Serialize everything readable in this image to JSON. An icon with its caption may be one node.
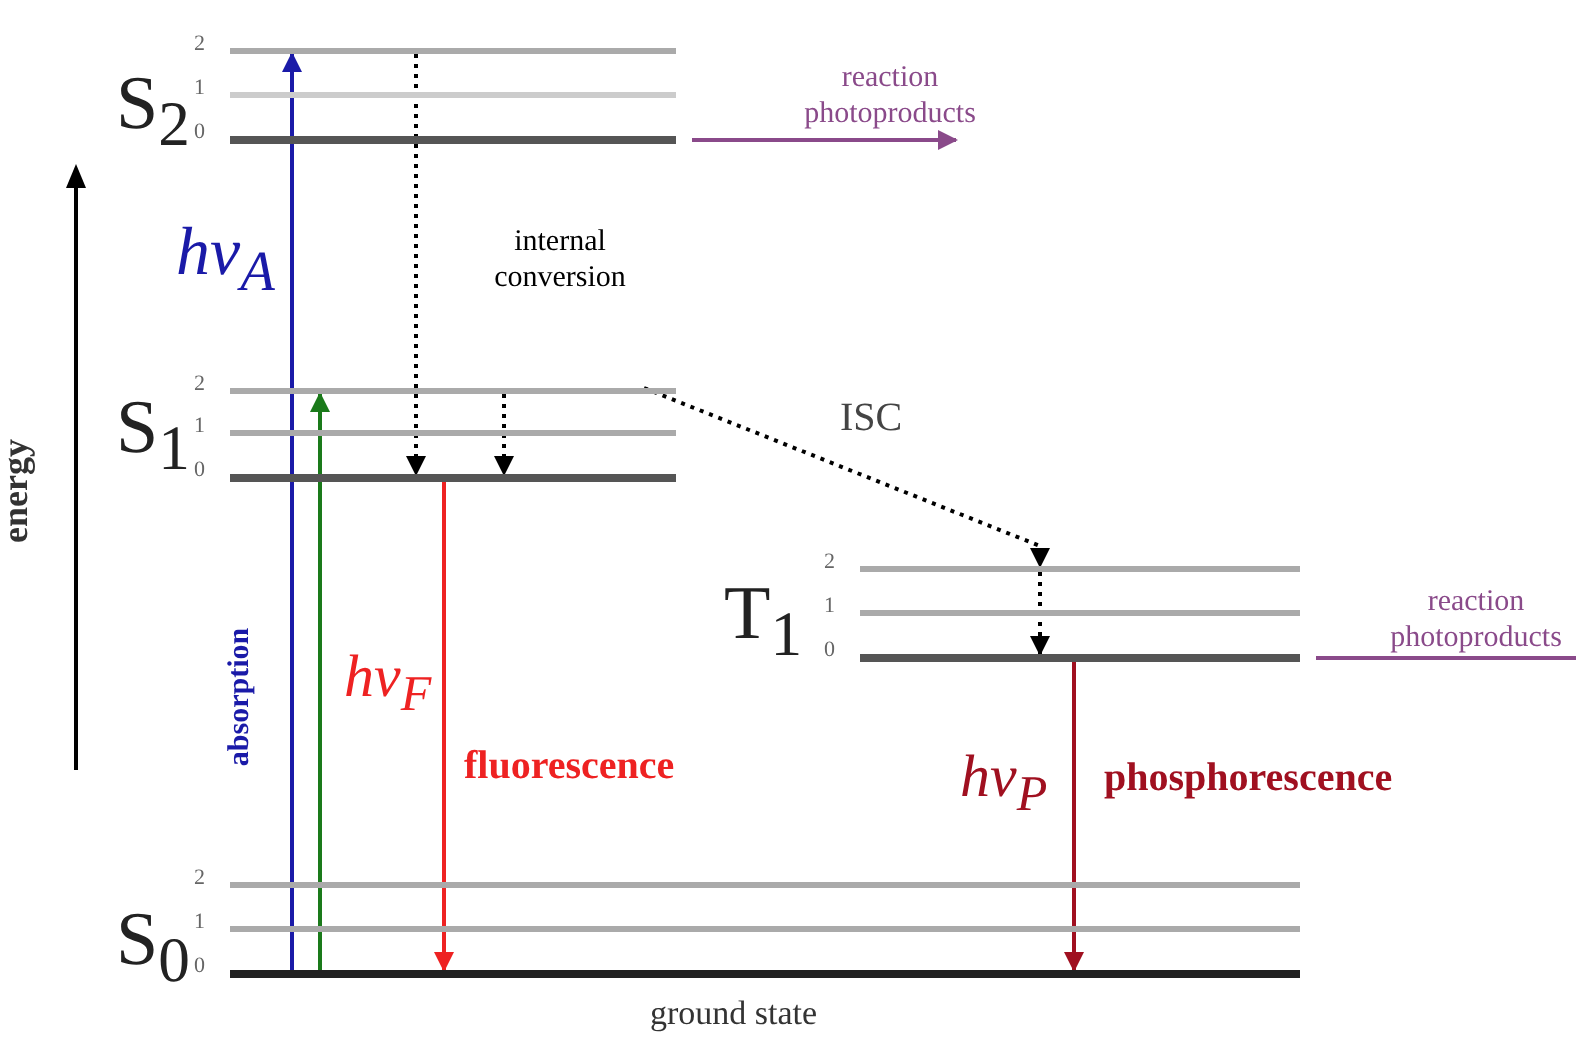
{
  "diagram": {
    "nodes": [
      {
        "text": [],
        "shape": "bar",
        "beside": [
          "2"
        ]
      },
      {
        "text": [],
        "shape": "bar",
        "beside": [
          "1"
        ]
      },
      {
        "text": [],
        "shape": "bar",
        "beside": [
          "0"
        ]
      },
      {
        "text": [],
        "shape": "bar",
        "beside": [
          "2"
        ]
      },
      {
        "text": [],
        "shape": "bar",
        "beside": [
          "1"
        ]
      },
      {
        "text": [],
        "shape": "bar",
        "beside": [
          "0"
        ]
      },
      {
        "text": [],
        "shape": "bar",
        "beside": [
          "2"
        ]
      },
      {
        "text": [],
        "shape": "bar",
        "beside": [
          "1"
        ]
      },
      {
        "text": [],
        "shape": "bar",
        "beside": [
          "0"
        ]
      },
      {
        "text": [],
        "shape": "bar",
        "beside": [
          "2"
        ]
      },
      {
        "text": [],
        "shape": "bar",
        "beside": [
          "1"
        ]
      },
      {
        "text": [],
        "shape": "bar",
        "beside": [
          "0",
          "ground state"
        ]
      }
    ],
    "edges": [
      {
        "from": 11,
        "to": 0,
        "arrow": "to",
        "color": "#1a1aa8",
        "label": "hν$_{A}$"
      },
      {
        "from": 11,
        "to": 3,
        "arrow": "to",
        "color": "#1a7a1a"
      },
      {
        "from": 0,
        "to": 5,
        "arrow": "to",
        "style": "dashed",
        "color": "#000000",
        "label": "internal conversion"
      },
      {
        "from": 3,
        "to": 5,
        "arrow": "to",
        "style": "dashed",
        "color": "#000000"
      },
      {
        "from": 3,
        "to": 6,
        "arrow": "to",
        "style": "dashed",
        "color": "#000000",
        "label": "ISC"
      },
      {
        "from": 6,
        "to": 8,
        "arrow": "to",
        "style": "dashed",
        "color": "#000000"
      },
      {
        "from": 5,
        "to": 11,
        "arrow": "to",
        "color": "#ee2222",
        "label": "hν$_{F}$"
      },
      {
        "from": 8,
        "to": 11,
        "arrow": "to",
        "color": "#a01020",
        "label": "hν$_{P}$"
      },
      {
        "from": 2,
        "to": null,
        "arrow": "to",
        "color": "#8a4a8a",
        "label": "reaction photoproducts"
      },
      {
        "from": 8,
        "to": null,
        "arrow": "none",
        "color": "#8a4a8a",
        "label": "reaction photoproducts"
      }
    ],
    "labels": [
      "S$_{2}$",
      "S$_{1}$",
      "T$_{1}$",
      "S$_{0}$",
      "energy",
      "absorption",
      "fluorescence",
      "phosphorescence"
    ]
  }
}
